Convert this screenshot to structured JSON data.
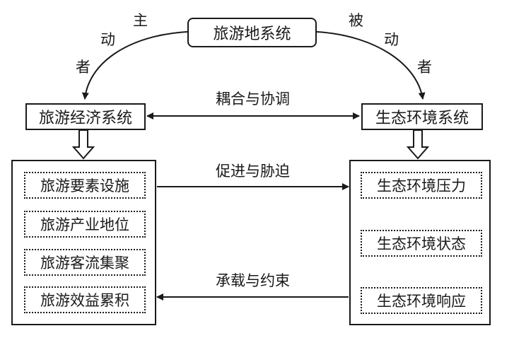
{
  "top_node": "旅游地系统",
  "left_node": "旅游经济系统",
  "right_node": "生态环境系统",
  "left_arc_chars": [
    "主",
    "动",
    "者"
  ],
  "right_arc_chars": [
    "被",
    "动",
    "者"
  ],
  "relations": {
    "coupling": "耦合与协调",
    "promote": "促进与胁迫",
    "carry": "承载与约束"
  },
  "left_items": [
    "旅游要素设施",
    "旅游产业地位",
    "旅游客流集聚",
    "旅游效益累积"
  ],
  "right_items": [
    "生态环境压力",
    "生态环境状态",
    "生态环境响应"
  ]
}
